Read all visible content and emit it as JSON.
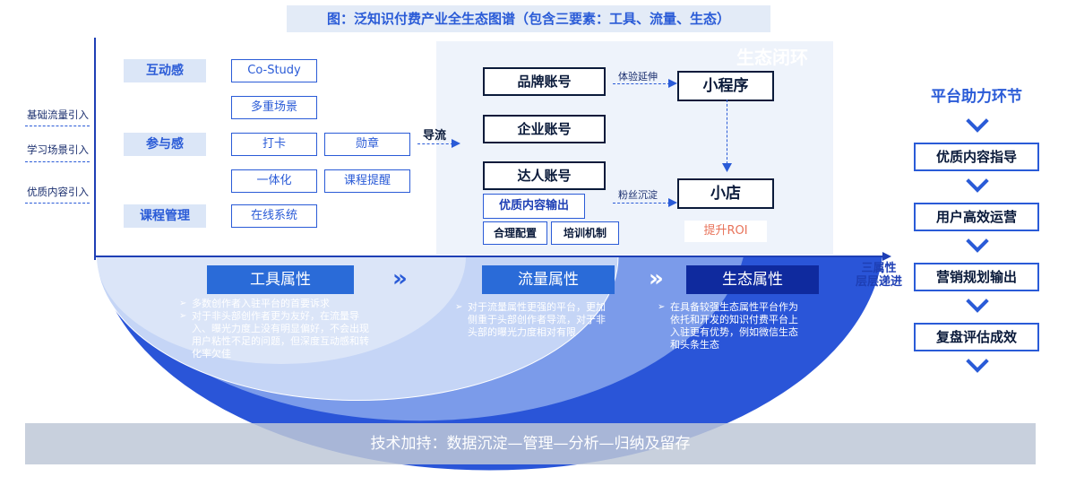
{
  "title": "图：泛知识付费产业全生态图谱（包含三要素：工具、流量、生态）",
  "side_inputs": [
    "基础流量引入",
    "学习场景引入",
    "优质内容引入"
  ],
  "left_labels": [
    "互动感",
    "参与感",
    "课程管理"
  ],
  "tool_boxes": [
    "Co-Study",
    "多重场景",
    "打卡",
    "勋章",
    "一体化",
    "课程提醒",
    "在线系统"
  ],
  "flow_label": "导流",
  "ecosystem_watermark": "生态闭环",
  "accounts": [
    "品牌账号",
    "企业账号",
    "达人账号"
  ],
  "sub_boxes": [
    "优质内容输出",
    "合理配置",
    "培训机制"
  ],
  "mini_program": "小程序",
  "shop": "小店",
  "arrow_labels": {
    "trial": "体验延伸",
    "fans": "粉丝沉淀"
  },
  "roi": "提升ROI",
  "three_attr": "三属性\n层层递进",
  "attributes": [
    {
      "name": "工具属性",
      "items": [
        "多数创作者入驻平台的首要诉求",
        "对于非头部创作者更为友好，在流量导入、曝光力度上没有明显偏好，不会出现用户粘性不足的问题，但深度互动感和转化率欠佳"
      ]
    },
    {
      "name": "流量属性",
      "items": [
        "对于流量属性更强的平台，更加侧重于头部创作者导流，对于非头部的曝光力度相对有限"
      ]
    },
    {
      "name": "生态属性",
      "items": [
        "在具备较强生态属性平台作为依托和开发的知识付费平台上入驻更有优势，例如微信生态和头条生态"
      ]
    }
  ],
  "chevrons": "»",
  "tech_bar": "技术加持：数据沉淀—管理—分析—归纳及留存",
  "right_title": "平台助力环节",
  "right_steps": [
    "优质内容指导",
    "用户高效运营",
    "营销规划输出",
    "复盘评估成效"
  ],
  "colors": {
    "accent": "#2a5bd7",
    "dark": "#1e3fb5",
    "navy": "#0a1a3a"
  }
}
